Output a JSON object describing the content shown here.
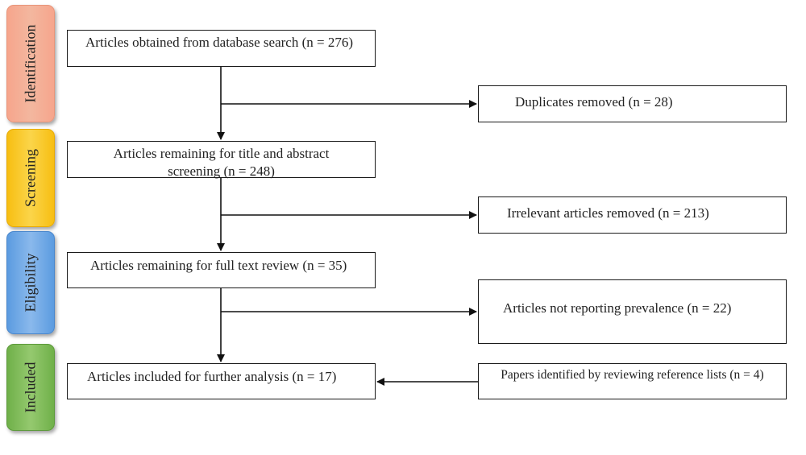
{
  "stages": {
    "identification": "Identification",
    "screening": "Screening",
    "eligibility": "Eligibility",
    "included": "Included"
  },
  "main_boxes": {
    "database_search": "Articles obtained from database search (n = 276)",
    "title_abstract": "Articles remaining for title and abstract screening (n = 248)",
    "full_text": "Articles remaining for full text review (n = 35)",
    "included": "Articles included for further analysis (n = 17)"
  },
  "side_boxes": {
    "duplicates": "Duplicates removed (n = 28)",
    "irrelevant": "Irrelevant articles removed (n = 213)",
    "no_prevalence": "Articles not reporting prevalence (n = 22)",
    "reference_lists": "Papers identified by reviewing reference lists (n = 4)"
  }
}
